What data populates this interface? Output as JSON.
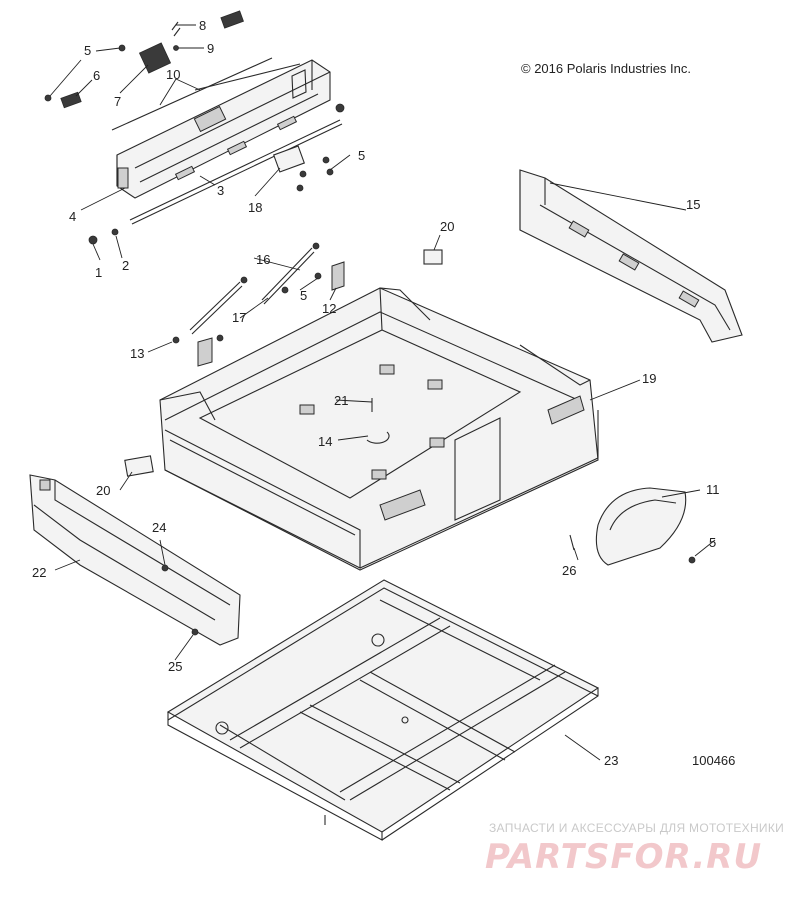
{
  "copyright": "© 2016 Polaris Industries Inc.",
  "figure_number": "100466",
  "watermark": {
    "tagline": "ЗАПЧАСТИ И АКСЕССУАРЫ ДЛЯ МОТОТЕХНИКИ",
    "logo": "PARTSFOR.RU"
  },
  "callouts": {
    "c1": "1",
    "c2": "2",
    "c3": "3",
    "c4": "4",
    "c5a": "5",
    "c5b": "5",
    "c5c": "5",
    "c5d": "5",
    "c6": "6",
    "c7": "7",
    "c8": "8",
    "c9": "9",
    "c10": "10",
    "c11": "11",
    "c12": "12",
    "c13": "13",
    "c14": "14",
    "c15": "15",
    "c16": "16",
    "c17": "17",
    "c18": "18",
    "c19": "19",
    "c20a": "20",
    "c20b": "20",
    "c21": "21",
    "c22": "22",
    "c23": "23",
    "c24": "24",
    "c25": "25",
    "c26": "26"
  },
  "colors": {
    "line": "#2a2a2a",
    "watermark": "#e8a0a6"
  }
}
